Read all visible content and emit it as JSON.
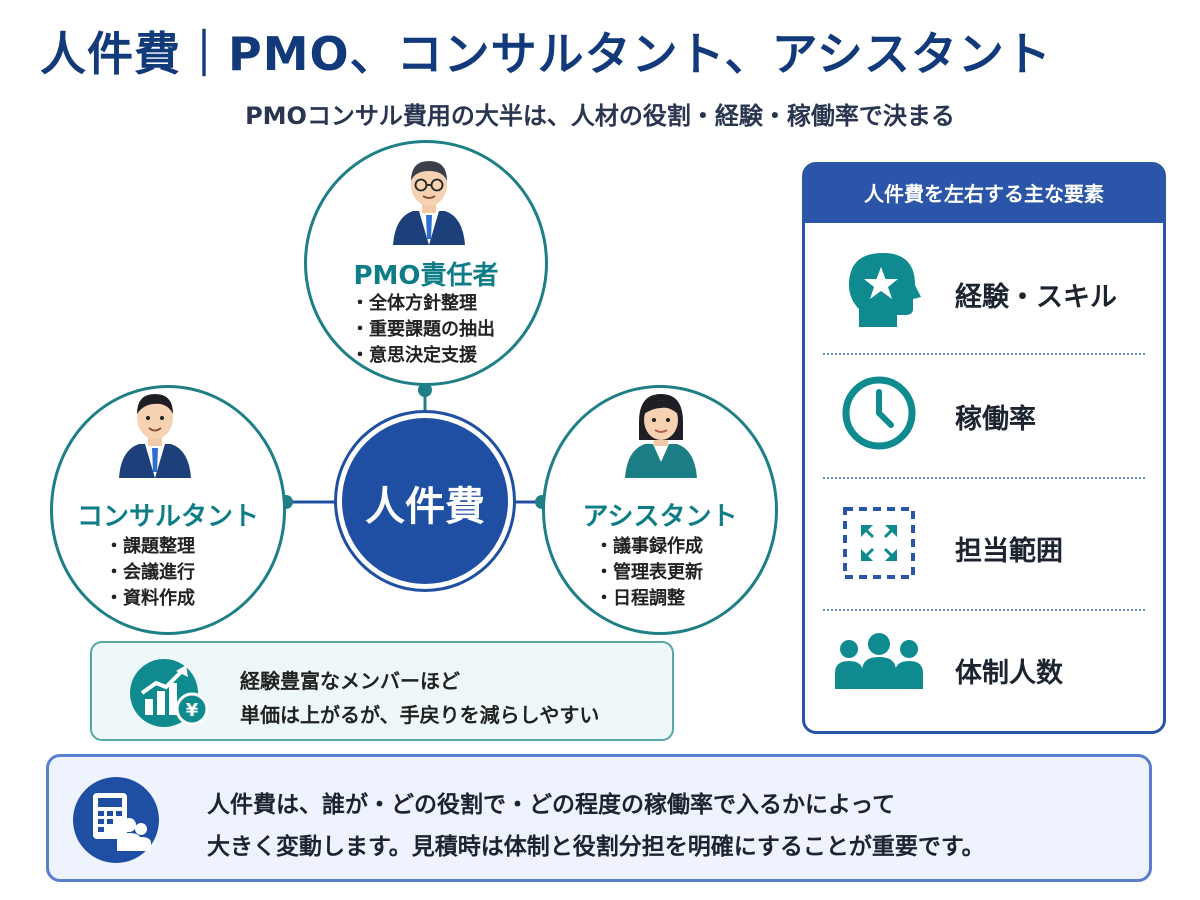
{
  "header": {
    "title": "人件費｜PMO、コンサルタント、アシスタント",
    "subtitle": "PMOコンサル費用の大半は、人材の役割・経験・稼働率で決まる"
  },
  "center": {
    "label": "人件費"
  },
  "roles": {
    "pmo": {
      "name": "PMO責任者",
      "tasks": [
        "・全体方針整理",
        "・重要課題の抽出",
        "・意思決定支援"
      ]
    },
    "consultant": {
      "name": "コンサルタント",
      "tasks": [
        "・課題整理",
        "・会議進行",
        "・資料作成"
      ]
    },
    "assistant": {
      "name": "アシスタント",
      "tasks": [
        "・議事録作成",
        "・管理表更新",
        "・日程調整"
      ]
    }
  },
  "factors": {
    "header": "人件費を左右する主な要素",
    "items": [
      {
        "label": "経験・スキル",
        "icon": "head-star-icon"
      },
      {
        "label": "稼働率",
        "icon": "clock-icon"
      },
      {
        "label": "担当範囲",
        "icon": "scope-icon"
      },
      {
        "label": "体制人数",
        "icon": "team-icon"
      }
    ]
  },
  "note": {
    "line1": "経験豊富なメンバーほど",
    "line2": "単価は上がるが、手戻りを減らしやすい"
  },
  "bottom": {
    "line1": "人件費は、誰が・どの役割で・どの程度の稼働率で入るかによって",
    "line2": "大きく変動します。見積時は体制と役割分担を明確にすることが重要です。"
  },
  "colors": {
    "navy": "#123a7a",
    "teal": "#1f7f86",
    "blue": "#2b55a8"
  }
}
